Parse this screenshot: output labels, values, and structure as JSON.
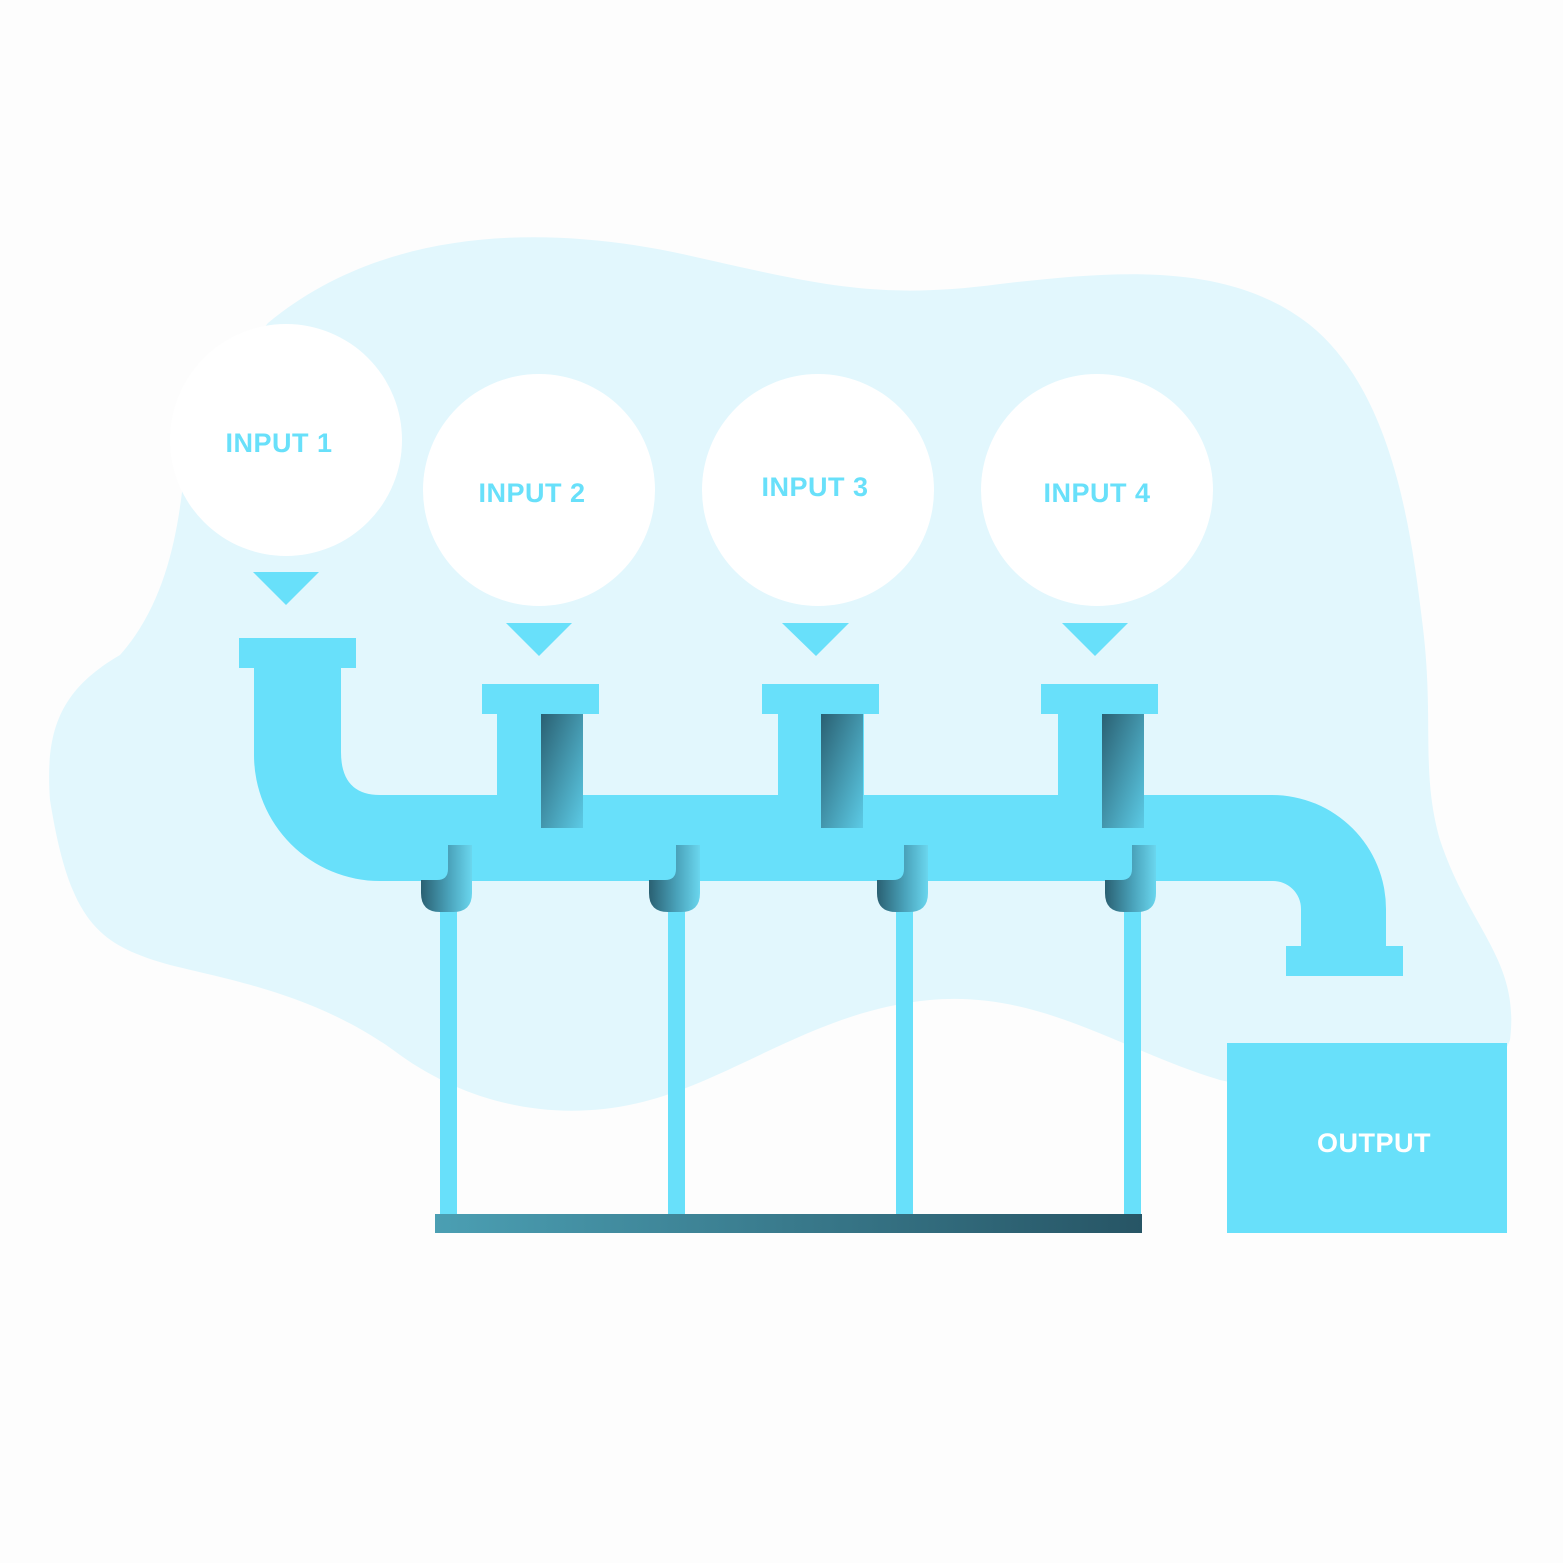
{
  "colors": {
    "background": "#fdfdfd",
    "blob": "#e2f7fd",
    "pipe": "#68e0fa",
    "circle": "#ffffff",
    "input_text": "#68e0fa",
    "output_text": "#ffffff",
    "valve_dark": "#2a6072",
    "valve_light": "#5ccbe6"
  },
  "inputs": [
    {
      "label": "INPUT 1"
    },
    {
      "label": "INPUT 2"
    },
    {
      "label": "INPUT 3"
    },
    {
      "label": "INPUT 4"
    }
  ],
  "output": {
    "label": "OUTPUT"
  },
  "icons": {
    "arrow": "triangle-down-icon",
    "valve": "pipe-elbow-icon"
  }
}
